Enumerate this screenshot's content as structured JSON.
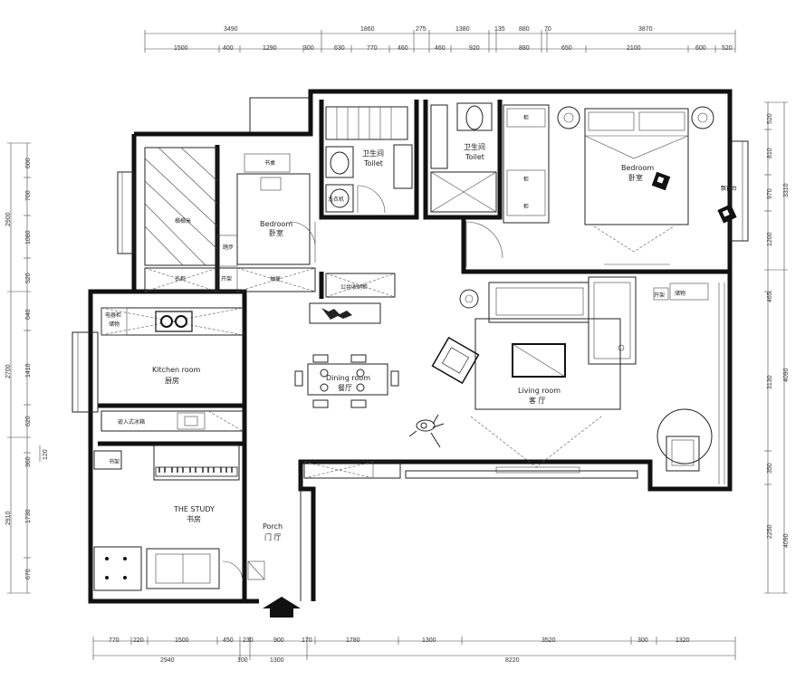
{
  "dimensions": {
    "top_outer": [
      "3490",
      "1860",
      "275",
      "1380",
      "135",
      "880",
      "70",
      "3870"
    ],
    "top_inner": [
      "1500",
      "400",
      "1290",
      "300",
      "630",
      "770",
      "460",
      "460",
      "920",
      "880",
      "650",
      "2100",
      "600",
      "520"
    ],
    "bottom_inner": [
      "770",
      "220",
      "1500",
      "450",
      "230",
      "900",
      "170",
      "1780",
      "1300",
      "3520",
      "300",
      "1320"
    ],
    "bottom_outer": [
      "2940",
      "100",
      "1300",
      "8220"
    ],
    "left_inner": [
      "600",
      "700",
      "1080",
      "520",
      "640",
      "1410",
      "620",
      "360",
      "1730",
      "670"
    ],
    "left_outer": [
      "2900",
      "2700",
      "2910"
    ],
    "left_extra": "120",
    "right_inner": [
      "520",
      "810",
      "970",
      "1200",
      "465",
      "3130",
      "350",
      "2250"
    ],
    "right_outer": [
      "3310",
      "4090",
      "4090"
    ]
  },
  "rooms": {
    "bedroom_left_en": "Bedroom",
    "bedroom_left_cn": "卧室",
    "toilet_1_cn": "卫生间",
    "toilet_1_en": "Toilet",
    "toilet_2_cn": "卫生间",
    "toilet_2_en": "Toilet",
    "bedroom_right_en": "Bedroom",
    "bedroom_right_cn": "卧室",
    "kitchen_en": "Kitchen room",
    "kitchen_cn": "厨房",
    "dining_en": "Dining room",
    "dining_cn": "餐厅",
    "living_en": "Living room",
    "living_cn": "客 厅",
    "study_en": "THE STUDY",
    "study_cn": "书房",
    "porch_en": "Porch",
    "porch_cn": "门 厅"
  },
  "fixtures": {
    "desk": "书桌",
    "tatami": "榻榻米",
    "step": "踏步",
    "wardrobe": "衣柜",
    "open_shelf": "开架",
    "drawer_cabinet": "抽屉",
    "public_storage": "公共收纳柜",
    "washer": "洗衣机",
    "bay_window": "飘窗台",
    "cabinet_box": "柜",
    "appliance_cabinet": "电器柜",
    "storage_cabinet": "储物",
    "built_in_fridge": "嵌入式冰箱",
    "study_shelf": "书架",
    "open_shelf_2": "开架",
    "storage_2": "储物"
  }
}
